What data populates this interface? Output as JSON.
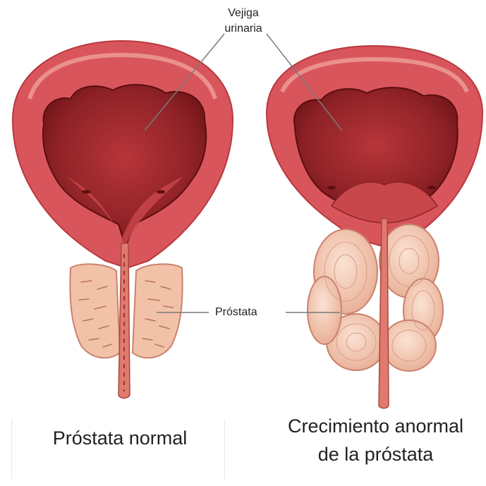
{
  "labels": {
    "bladder_line1": "Vejiga",
    "bladder_line2": "urinaria",
    "prostate": "Próstata"
  },
  "captions": {
    "normal": "Próstata normal",
    "enlarged_line1": "Crecimiento anormal",
    "enlarged_line2": "de la próstata"
  },
  "colors": {
    "bladder_outer": "#d9555c",
    "bladder_rim": "#e98a88",
    "bladder_cavity": "#8c1c20",
    "bladder_floor": "#c8474a",
    "prostate_tissue": "#f2c2a8",
    "prostate_outline": "#c9826e",
    "urethra": "#e07a6e",
    "leader_line": "#7a7a7a"
  }
}
